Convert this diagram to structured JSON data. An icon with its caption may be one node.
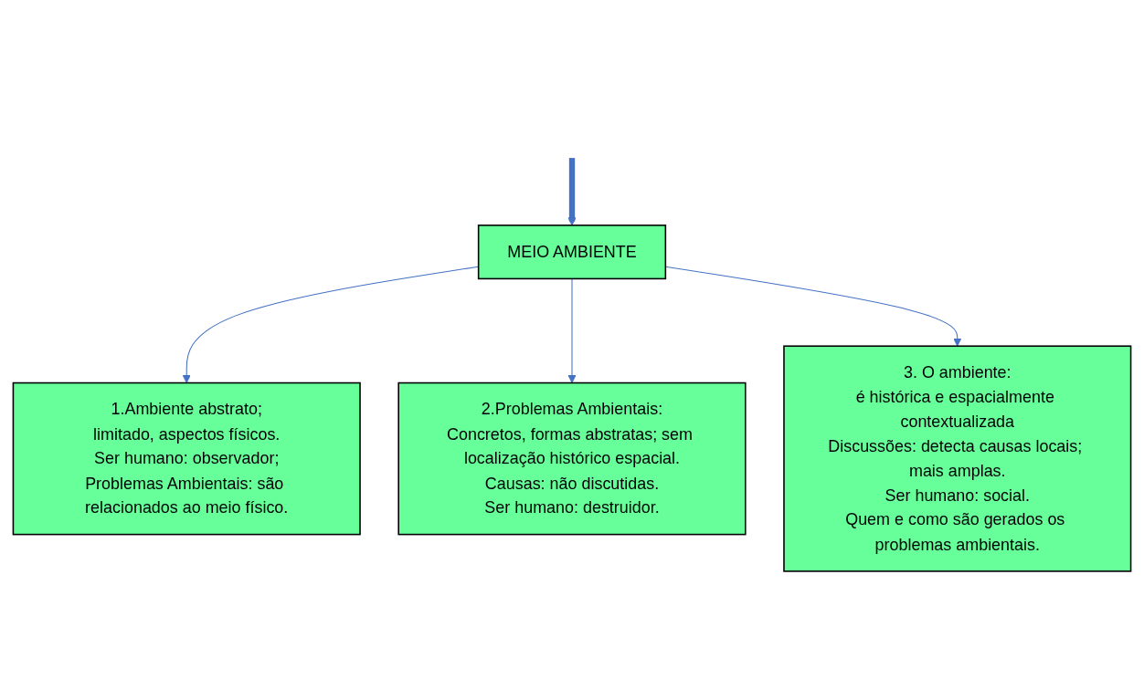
{
  "diagram": {
    "nodes": [
      {
        "text": [
          "MEIO AMBIENTE"
        ]
      },
      {
        "text": [
          "1.Ambiente abstrato;",
          "limitado, aspectos físicos.",
          "Ser humano: observador;",
          "Problemas Ambientais: são relacionados ao meio físico."
        ]
      },
      {
        "text": [
          "2.Problemas Ambientais:",
          "Concretos, formas abstratas; sem localização histórico espacial.",
          "Causas: não discutidas.",
          "Ser humano: destruidor."
        ]
      },
      {
        "text": [
          "3. O ambiente:",
          "é histórica e espacialmente contextualizada",
          "Discussões: detecta causas locais; mais amplas.",
          "Ser humano: social.",
          "Quem e como são gerados os problemas ambientais."
        ]
      }
    ],
    "edges": [
      {
        "from": null,
        "to": 0,
        "arrow": "to",
        "style": "thick"
      },
      {
        "from": 0,
        "to": 1,
        "arrow": "to"
      },
      {
        "from": 0,
        "to": 2,
        "arrow": "to"
      },
      {
        "from": 0,
        "to": 3,
        "arrow": "to"
      }
    ]
  }
}
